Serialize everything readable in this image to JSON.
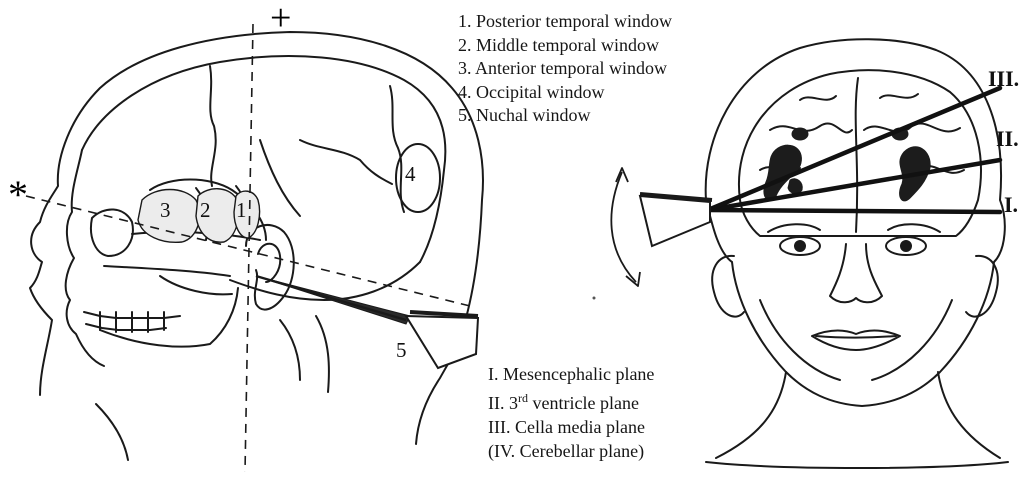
{
  "windows": {
    "items": [
      "1. Posterior temporal window",
      "2. Middle temporal window",
      "3. Anterior temporal window",
      "4. Occipital window",
      "5. Nuchal window"
    ]
  },
  "planes": {
    "items": [
      {
        "text": "I. Mesencephalic plane",
        "sup": ""
      },
      {
        "text": "II. 3",
        "sup": "rd",
        "after": " ventricle plane"
      },
      {
        "text": "III. Cella media plane",
        "sup": ""
      },
      {
        "text": "(IV. Cerebellar plane)",
        "sup": ""
      }
    ]
  },
  "skull_labels": {
    "posterior": "1",
    "middle": "2",
    "anterior": "3",
    "occipital": "4",
    "nuchal": "5",
    "star_marker": "*",
    "plus_marker": "+"
  },
  "plane_labels": {
    "mesencephalic": "I.",
    "third_ventricle": "II.",
    "cella_media": "III."
  }
}
